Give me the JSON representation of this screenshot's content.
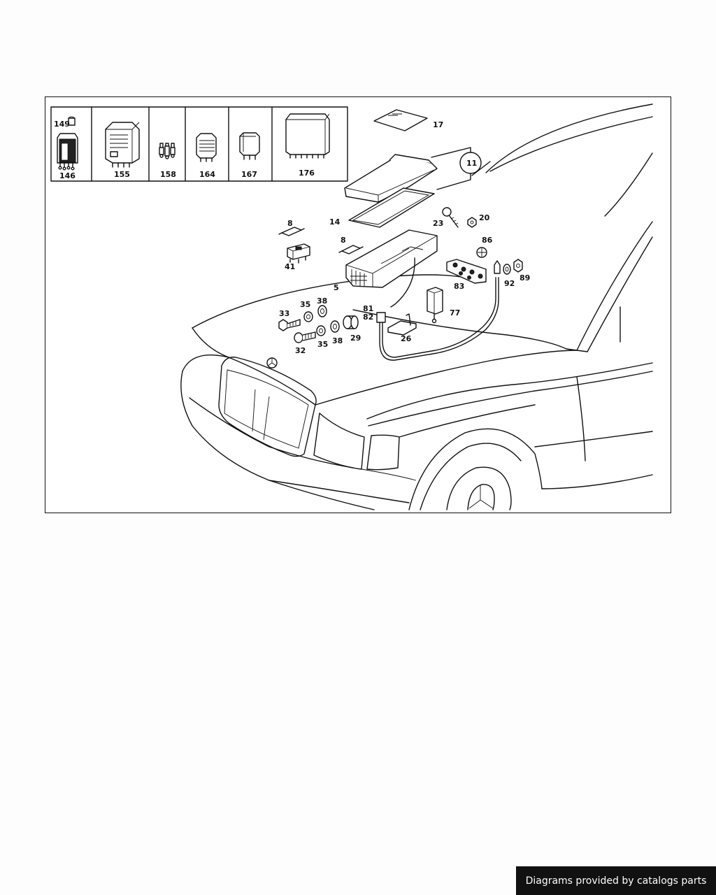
{
  "footer": {
    "text": "Diagrams provided by catalogs parts"
  },
  "inset_parts": [
    {
      "id": "p149",
      "num": "149"
    },
    {
      "id": "p146",
      "num": "146"
    },
    {
      "id": "p155",
      "num": "155"
    },
    {
      "id": "p158",
      "num": "158"
    },
    {
      "id": "p164",
      "num": "164"
    },
    {
      "id": "p167",
      "num": "167"
    },
    {
      "id": "p176",
      "num": "176"
    }
  ],
  "callouts": [
    {
      "num": "17"
    },
    {
      "num": "11"
    },
    {
      "num": "14"
    },
    {
      "num": "8"
    },
    {
      "num": "8"
    },
    {
      "num": "23"
    },
    {
      "num": "20"
    },
    {
      "num": "86"
    },
    {
      "num": "41"
    },
    {
      "num": "5"
    },
    {
      "num": "83"
    },
    {
      "num": "92"
    },
    {
      "num": "89"
    },
    {
      "num": "38"
    },
    {
      "num": "35"
    },
    {
      "num": "33"
    },
    {
      "num": "81"
    },
    {
      "num": "82"
    },
    {
      "num": "77"
    },
    {
      "num": "32"
    },
    {
      "num": "35"
    },
    {
      "num": "38"
    },
    {
      "num": "29"
    },
    {
      "num": "26"
    }
  ]
}
